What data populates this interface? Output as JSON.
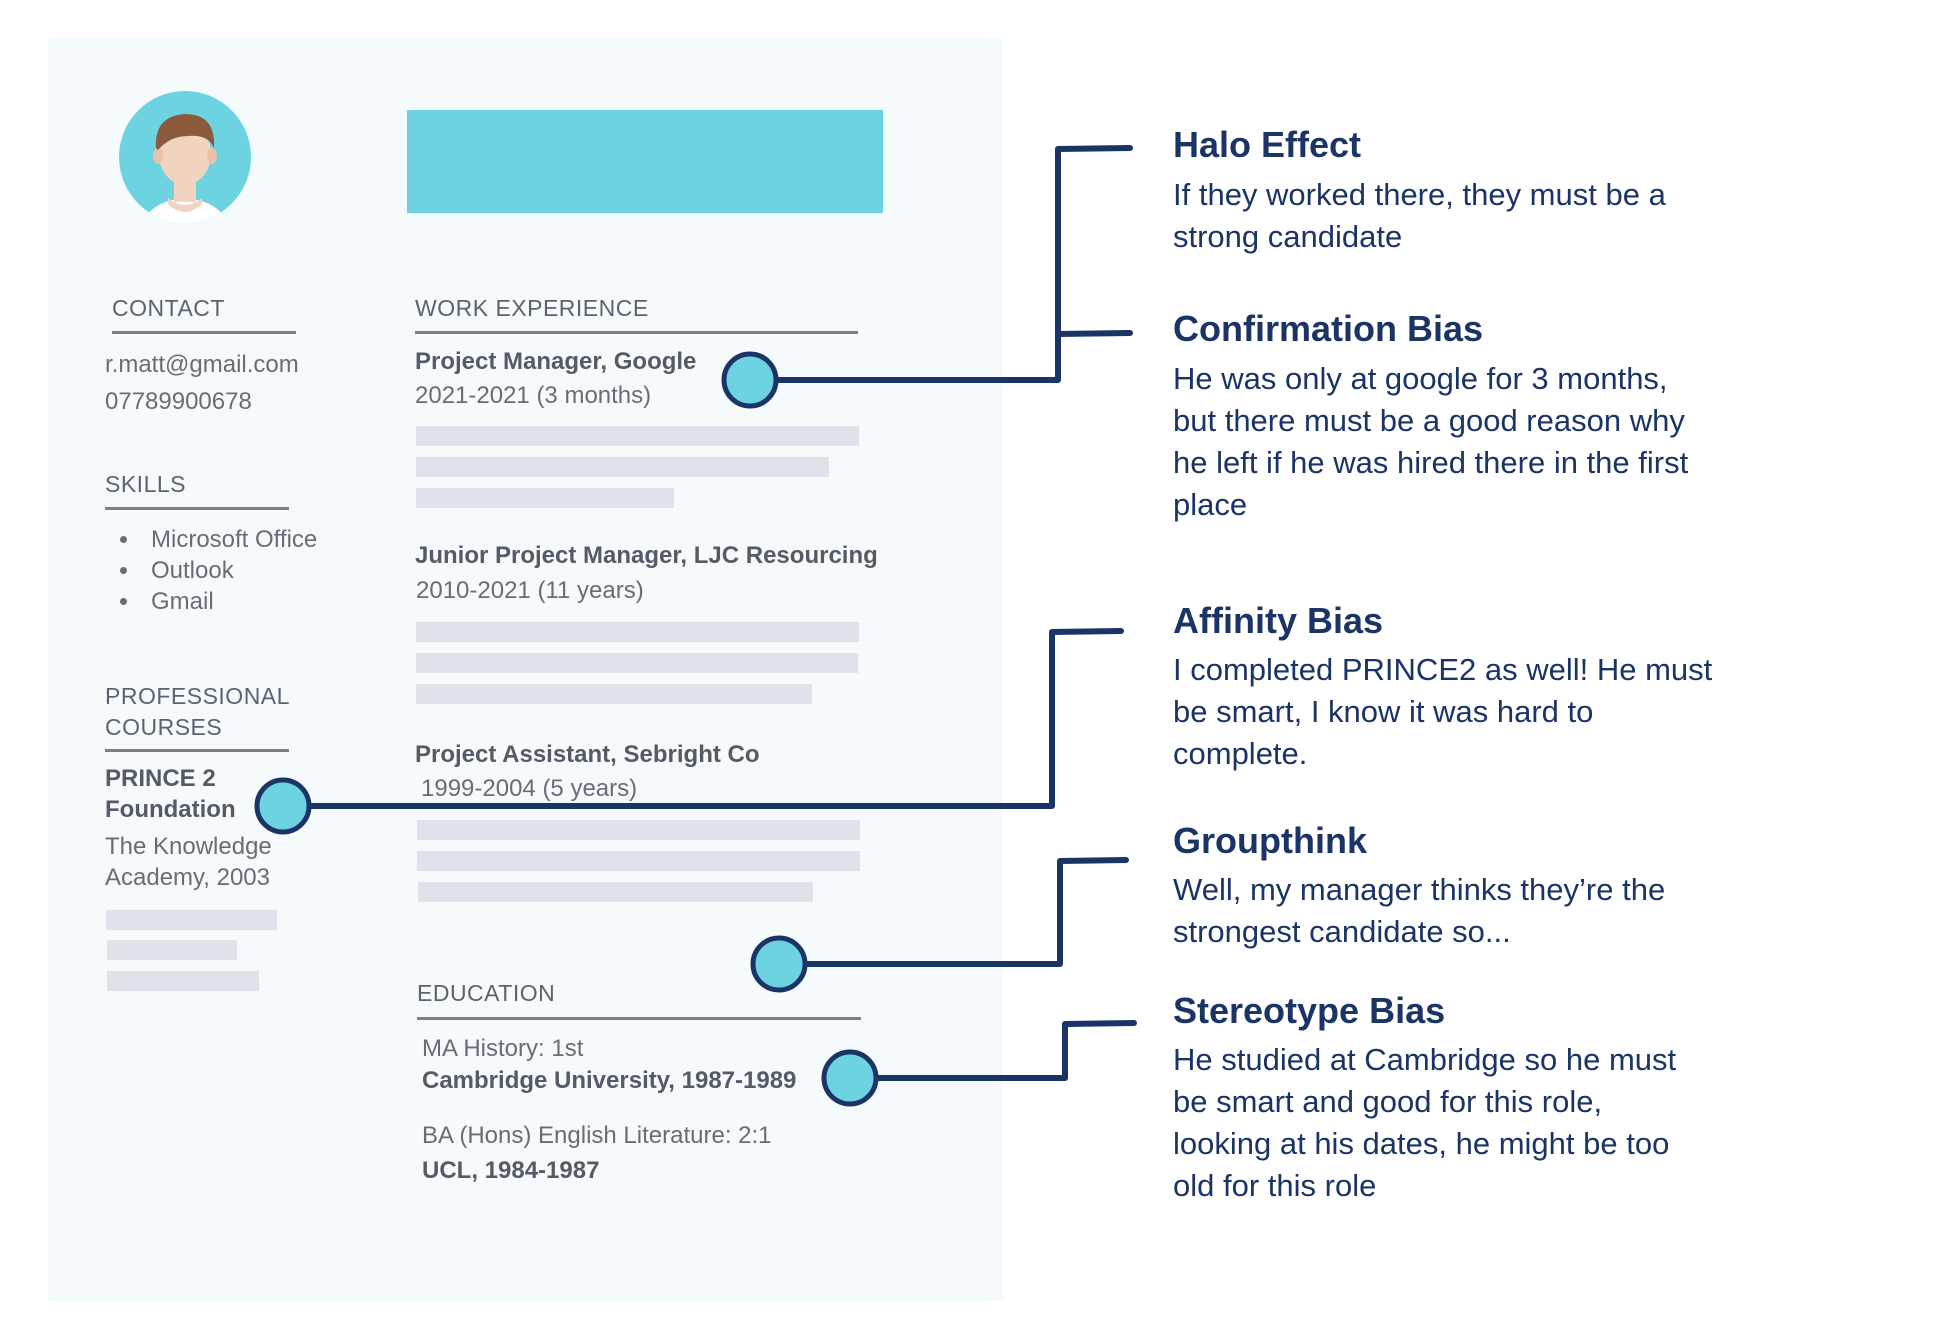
{
  "contact": {
    "heading": "CONTACT",
    "email": "r.matt@gmail.com",
    "phone": "07789900678"
  },
  "skills": {
    "heading": "SKILLS",
    "items": [
      "Microsoft Office",
      "Outlook",
      "Gmail"
    ]
  },
  "courses": {
    "heading_line1": "PROFESSIONAL",
    "heading_line2": "COURSES",
    "name_line1": "PRINCE 2",
    "name_line2": "Foundation",
    "provider_line1": "The Knowledge",
    "provider_line2": "Academy, 2003"
  },
  "work": {
    "heading": "WORK EXPERIENCE",
    "jobs": [
      {
        "title": "Project Manager, Google",
        "dates": "2021-2021 (3 months)"
      },
      {
        "title": "Junior Project Manager, LJC Resourcing",
        "dates": "2010-2021 (11 years)"
      },
      {
        "title": "Project Assistant, Sebright Co",
        "dates": "1999-2004 (5 years)"
      }
    ]
  },
  "education": {
    "heading": "EDUCATION",
    "degrees": [
      {
        "degree": "MA History: 1st",
        "school": "Cambridge University, 1987-1989"
      },
      {
        "degree": "BA (Hons) English Literature: 2:1",
        "school": "UCL, 1984-1987"
      }
    ]
  },
  "biases": [
    {
      "title": "Halo Effect",
      "lines": [
        "If they worked there, they must be a",
        "strong candidate"
      ]
    },
    {
      "title": "Confirmation Bias",
      "lines": [
        "He was only at google for 3 months,",
        "but there must be a good reason why",
        "he left if he was hired there in the first",
        "place"
      ]
    },
    {
      "title": "Affinity Bias",
      "lines": [
        "I completed PRINCE2 as well! He must",
        "be smart, I know it was hard to",
        "complete."
      ]
    },
    {
      "title": "Groupthink",
      "lines": [
        "Well, my manager thinks they’re the",
        "strongest candidate so..."
      ]
    },
    {
      "title": "Stereotype Bias",
      "lines": [
        "He studied at Cambridge so he must",
        "be smart and good for this role,",
        "looking at his dates, he might be too",
        "old for this role"
      ]
    }
  ],
  "colors": {
    "accent": "#6dd3e0",
    "line": "#1b3466",
    "text": "#676d78",
    "placeholder": "#dfe2ea"
  }
}
